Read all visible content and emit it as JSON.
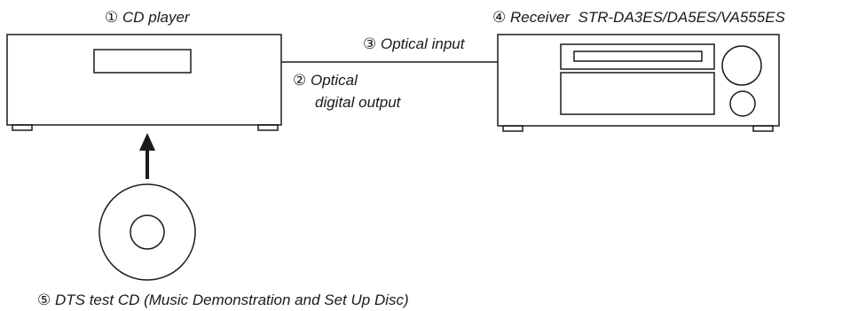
{
  "labels": {
    "cd_player": {
      "num": "①",
      "text": "CD player"
    },
    "optical_output": {
      "num": "②",
      "line1": "Optical",
      "line2": "digital output"
    },
    "optical_input": {
      "num": "③",
      "text": "Optical input"
    },
    "receiver": {
      "num": "④",
      "text": "Receiver  STR-DA3ES/DA5ES/VA555ES"
    },
    "test_cd": {
      "num": "⑤",
      "text": "DTS test CD (Music Demonstration and Set Up Disc)"
    }
  },
  "colors": {
    "stroke": "#1a1a1a",
    "background": "#ffffff"
  }
}
